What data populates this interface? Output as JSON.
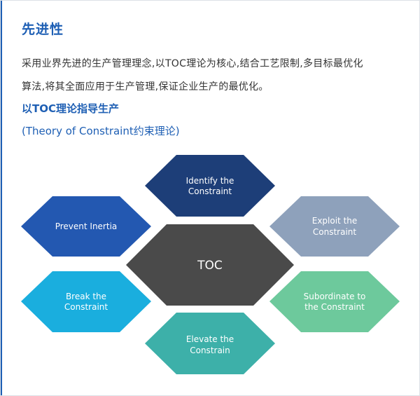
{
  "section": {
    "title": "先进性",
    "paragraph_line1": "采用业界先进的生产管理理念,以TOC理论为核心,结合工艺限制,多目标最优化",
    "paragraph_line2": "算法,将其全面应用于生产管理,保证企业生产的最优化。",
    "subtitle": "以TOC理论指导生产",
    "subtitle_en": "(Theory of Constraint约束理论)"
  },
  "diagram": {
    "center": {
      "label": "TOC",
      "color": "#4a4a4a"
    },
    "nodes": [
      {
        "id": "identify",
        "line1": "Identify the",
        "line2": "Constraint",
        "color": "#1d3e78"
      },
      {
        "id": "exploit",
        "line1": "Exploit the",
        "line2": "Constraint",
        "color": "#8ea1bb"
      },
      {
        "id": "subordinate",
        "line1": "Subordinate to",
        "line2": "the Constraint",
        "color": "#6dc99c"
      },
      {
        "id": "elevate",
        "line1": "Elevate the",
        "line2": "Constrain",
        "color": "#3db0a9"
      },
      {
        "id": "break",
        "line1": "Break the",
        "line2": "Constraint",
        "color": "#1aaede"
      },
      {
        "id": "prevent",
        "line1": "Prevent Inertia",
        "line2": "",
        "color": "#2358b1"
      }
    ]
  }
}
